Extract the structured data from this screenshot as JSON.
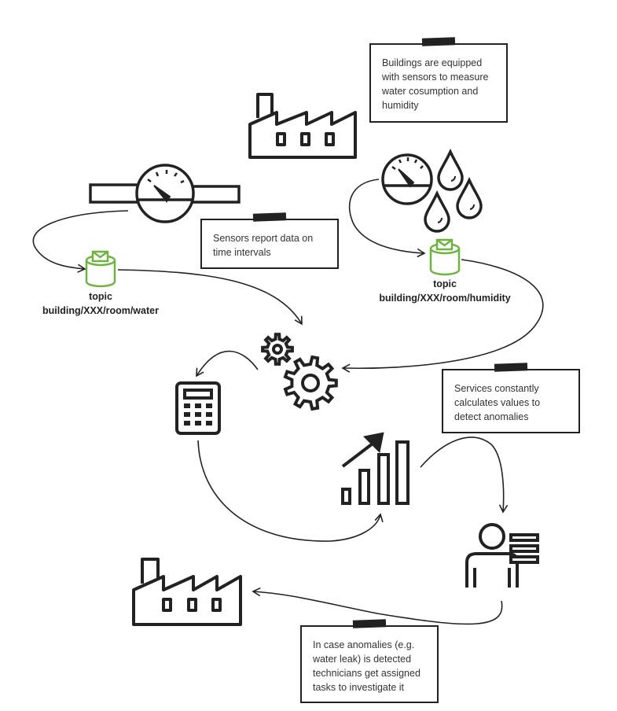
{
  "notes": {
    "sensors_equipped": "Buildings are equipped with sensors to measure water cosumption and humidity",
    "sensors_report": "Sensors report data on time intervals",
    "services_calc": "Services constantly calculates values to detect anomalies",
    "anomalies": "In case anomalies (e.g. water leak) is detected technicians get assigned tasks to investigate it"
  },
  "topics": {
    "water": {
      "label": "topic",
      "path": "building/XXX/room/water"
    },
    "humidity": {
      "label": "topic",
      "path": "building/XXX/room/humidity"
    }
  },
  "colors": {
    "ink": "#222222",
    "accent_green": "#6cb33f",
    "text": "#333333"
  },
  "icons": [
    "factory-icon",
    "water-meter-icon",
    "humidity-gauge-icon",
    "water-drop-icon",
    "topic-queue-icon",
    "gears-icon",
    "calculator-icon",
    "bar-chart-icon",
    "technician-icon"
  ]
}
